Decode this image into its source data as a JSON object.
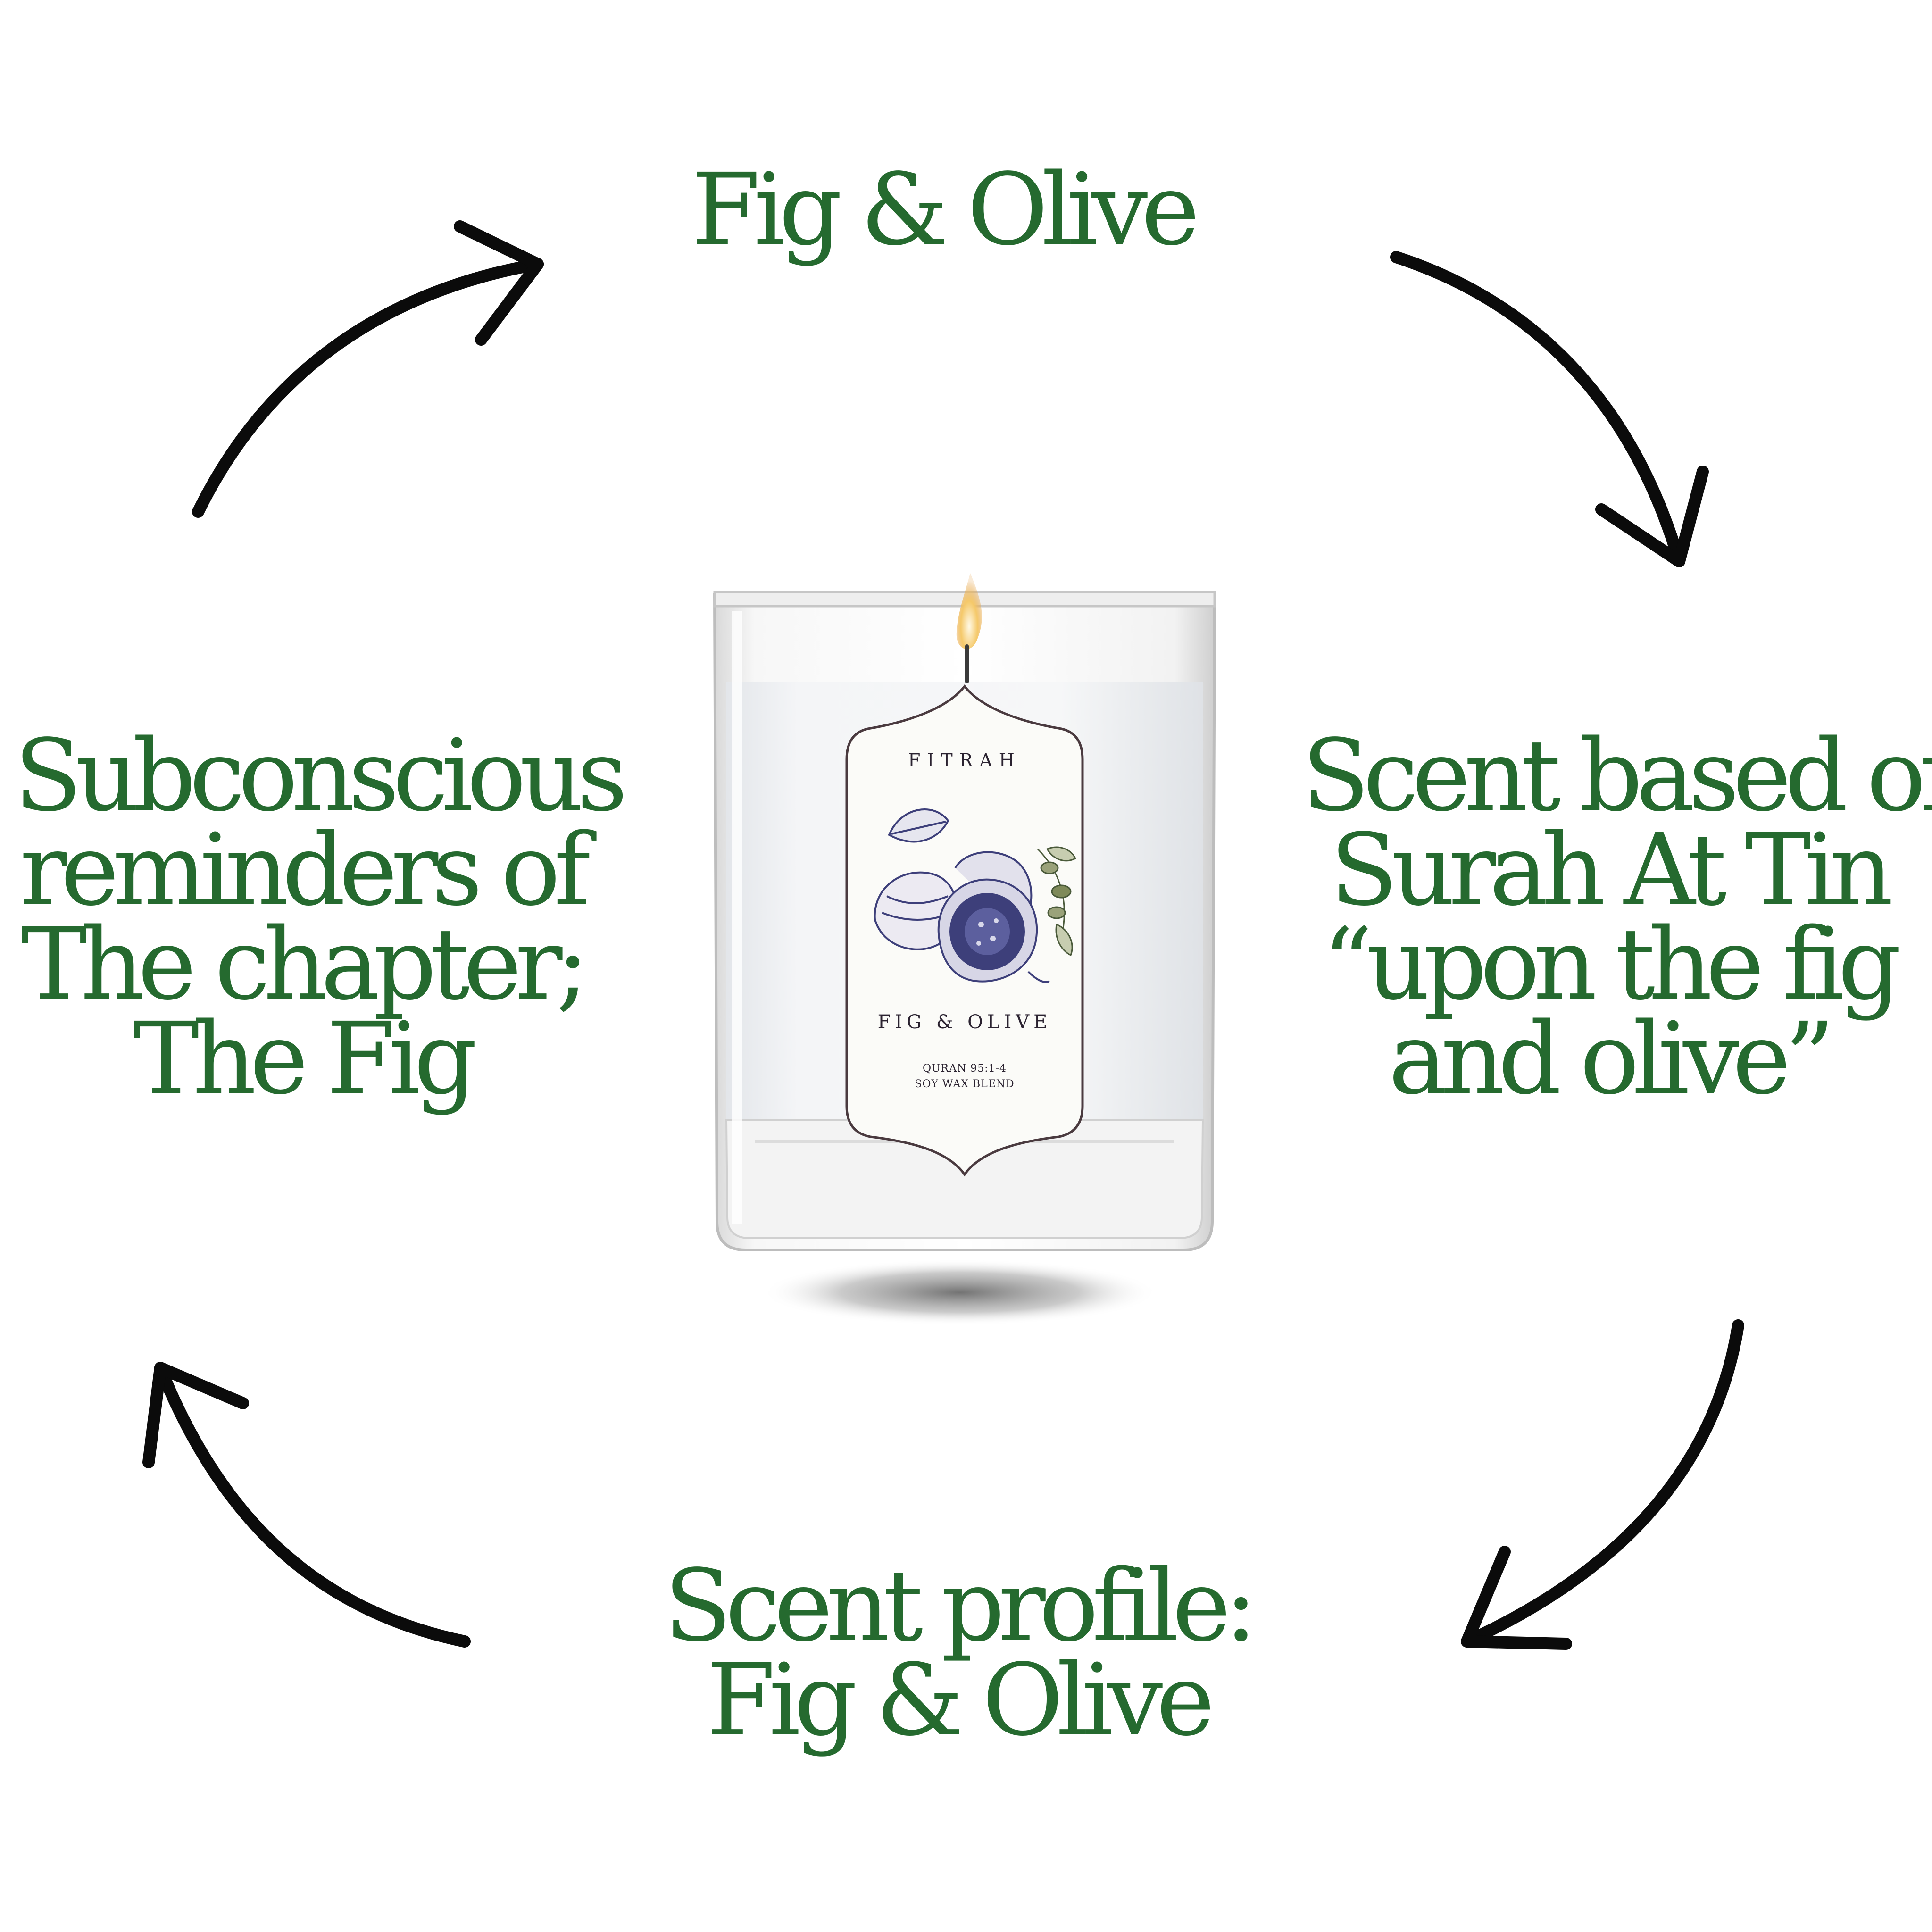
{
  "captions": {
    "top": [
      "Fig & Olive"
    ],
    "left": [
      "Subconscious",
      "reminders of",
      "The chapter;",
      "The Fig"
    ],
    "right": [
      "Scent based on",
      "Surah At Tin",
      "“upon the fig",
      "and olive”"
    ],
    "bottom": [
      "Scent profile:",
      "Fig & Olive"
    ]
  },
  "candle": {
    "brand": "FITRAH",
    "product": "FIG & OLIVE",
    "reference": "QURAN 95:1-4",
    "material": "SOY WAX BLEND"
  },
  "colors": {
    "caption_green": "#256a2f",
    "arrow_black": "#0b0b0b",
    "illustration_ink": "#3d3f7a"
  },
  "icons": [
    "arrow-top-right-icon",
    "arrow-bottom-right-icon",
    "arrow-bottom-left-icon",
    "arrow-top-left-icon",
    "fig-illustration-icon",
    "olive-branch-icon"
  ]
}
